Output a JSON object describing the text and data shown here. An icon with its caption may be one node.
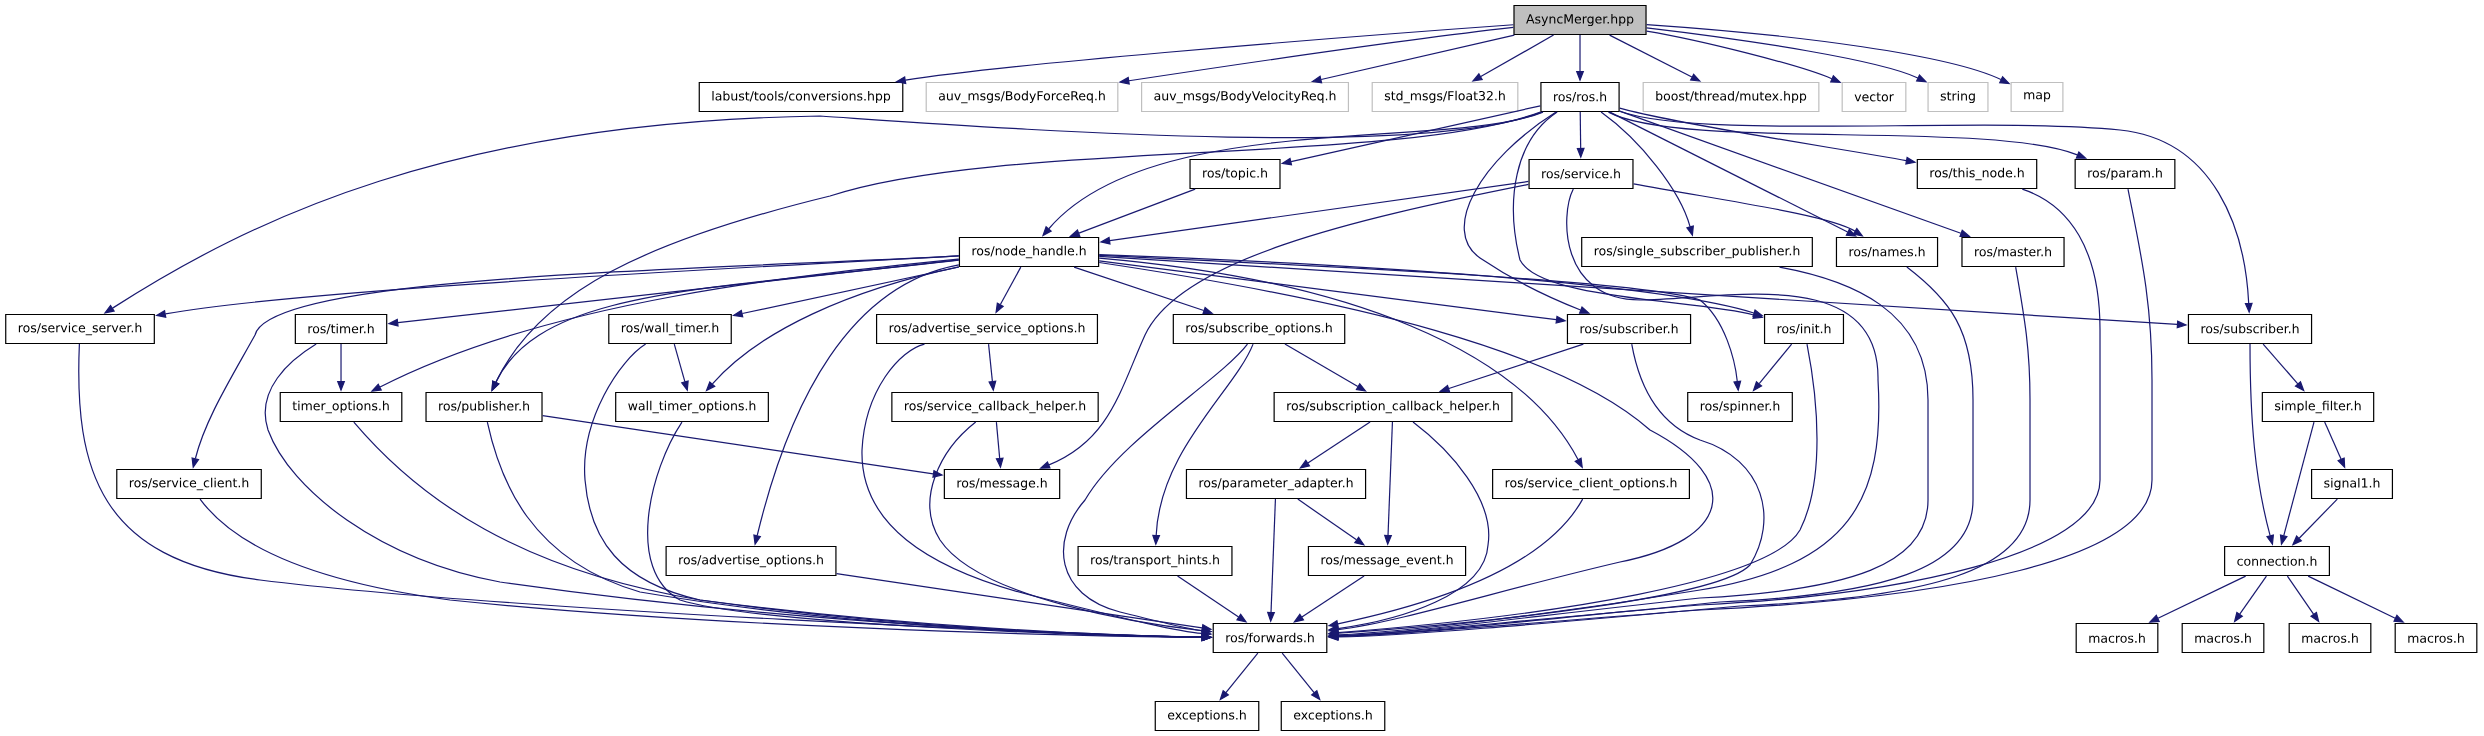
{
  "diagram": {
    "nodes": [
      {
        "text": [
          "AsyncMerger.hpp"
        ]
      },
      {
        "text": [
          "labust/tools/conversions.hpp"
        ]
      },
      {
        "text": [
          "auv_msgs/BodyForceReq.h"
        ]
      },
      {
        "text": [
          "auv_msgs/BodyVelocityReq.h"
        ]
      },
      {
        "text": [
          "std_msgs/Float32.h"
        ]
      },
      {
        "text": [
          "ros/ros.h"
        ]
      },
      {
        "text": [
          "boost/thread/mutex.hpp"
        ]
      },
      {
        "text": [
          "vector"
        ]
      },
      {
        "text": [
          "string"
        ]
      },
      {
        "text": [
          "map"
        ]
      },
      {
        "text": [
          "ros/topic.h"
        ]
      },
      {
        "text": [
          "ros/service.h"
        ]
      },
      {
        "text": [
          "ros/this_node.h"
        ]
      },
      {
        "text": [
          "ros/param.h"
        ]
      },
      {
        "text": [
          "ros/node_handle.h"
        ]
      },
      {
        "text": [
          "ros/single_subscriber_publisher.h"
        ]
      },
      {
        "text": [
          "ros/names.h"
        ]
      },
      {
        "text": [
          "ros/master.h"
        ]
      },
      {
        "text": [
          "ros/service_server.h"
        ]
      },
      {
        "text": [
          "ros/timer.h"
        ]
      },
      {
        "text": [
          "ros/wall_timer.h"
        ]
      },
      {
        "text": [
          "ros/advertise_service_options.h"
        ]
      },
      {
        "text": [
          "ros/subscribe_options.h"
        ]
      },
      {
        "text": [
          "ros/subscriber.h"
        ]
      },
      {
        "text": [
          "ros/init.h"
        ]
      },
      {
        "text": [
          "ros/subscriber.h"
        ]
      },
      {
        "text": [
          "timer_options.h"
        ]
      },
      {
        "text": [
          "ros/publisher.h"
        ]
      },
      {
        "text": [
          "wall_timer_options.h"
        ]
      },
      {
        "text": [
          "ros/service_callback_helper.h"
        ]
      },
      {
        "text": [
          "ros/subscription_callback_helper.h"
        ]
      },
      {
        "text": [
          "ros/spinner.h"
        ]
      },
      {
        "text": [
          "simple_filter.h"
        ]
      },
      {
        "text": [
          "ros/service_client.h"
        ]
      },
      {
        "text": [
          "ros/message.h"
        ]
      },
      {
        "text": [
          "ros/parameter_adapter.h"
        ]
      },
      {
        "text": [
          "ros/service_client_options.h"
        ]
      },
      {
        "text": [
          "signal1.h"
        ]
      },
      {
        "text": [
          "ros/advertise_options.h"
        ]
      },
      {
        "text": [
          "ros/transport_hints.h"
        ]
      },
      {
        "text": [
          "ros/message_event.h"
        ]
      },
      {
        "text": [
          "connection.h"
        ]
      },
      {
        "text": [
          "ros/forwards.h"
        ]
      },
      {
        "text": [
          "macros.h"
        ]
      },
      {
        "text": [
          "macros.h"
        ]
      },
      {
        "text": [
          "macros.h"
        ]
      },
      {
        "text": [
          "macros.h"
        ]
      },
      {
        "text": [
          "exceptions.h"
        ]
      },
      {
        "text": [
          "exceptions.h"
        ]
      }
    ],
    "edges": [
      {
        "from": 0,
        "to": 1,
        "arrow": "to"
      },
      {
        "from": 0,
        "to": 2,
        "arrow": "to"
      },
      {
        "from": 0,
        "to": 3,
        "arrow": "to"
      },
      {
        "from": 0,
        "to": 4,
        "arrow": "to"
      },
      {
        "from": 0,
        "to": 5,
        "arrow": "to"
      },
      {
        "from": 0,
        "to": 6,
        "arrow": "to"
      },
      {
        "from": 0,
        "to": 7,
        "arrow": "to"
      },
      {
        "from": 0,
        "to": 8,
        "arrow": "to"
      },
      {
        "from": 0,
        "to": 9,
        "arrow": "to"
      },
      {
        "from": 5,
        "to": 18,
        "arrow": "to"
      },
      {
        "from": 5,
        "to": 27,
        "arrow": "to"
      },
      {
        "from": 5,
        "to": 14,
        "arrow": "to"
      },
      {
        "from": 5,
        "to": 10,
        "arrow": "to"
      },
      {
        "from": 5,
        "to": 11,
        "arrow": "to"
      },
      {
        "from": 5,
        "to": 23,
        "arrow": "to"
      },
      {
        "from": 5,
        "to": 24,
        "arrow": "to"
      },
      {
        "from": 5,
        "to": 15,
        "arrow": "to"
      },
      {
        "from": 5,
        "to": 16,
        "arrow": "to"
      },
      {
        "from": 5,
        "to": 17,
        "arrow": "to"
      },
      {
        "from": 5,
        "to": 12,
        "arrow": "to"
      },
      {
        "from": 5,
        "to": 13,
        "arrow": "to"
      },
      {
        "from": 5,
        "to": 25,
        "arrow": "to"
      },
      {
        "from": 10,
        "to": 14,
        "arrow": "to"
      },
      {
        "from": 11,
        "to": 14,
        "arrow": "to"
      },
      {
        "from": 11,
        "to": 34,
        "arrow": "to"
      },
      {
        "from": 11,
        "to": 16,
        "arrow": "to"
      },
      {
        "from": 11,
        "to": 42,
        "arrow": "to"
      },
      {
        "from": 12,
        "to": 42,
        "arrow": "to"
      },
      {
        "from": 13,
        "to": 42,
        "arrow": "to"
      },
      {
        "from": 14,
        "to": 18,
        "arrow": "to"
      },
      {
        "from": 14,
        "to": 19,
        "arrow": "to"
      },
      {
        "from": 14,
        "to": 20,
        "arrow": "to"
      },
      {
        "from": 14,
        "to": 26,
        "arrow": "to"
      },
      {
        "from": 14,
        "to": 27,
        "arrow": "to"
      },
      {
        "from": 14,
        "to": 28,
        "arrow": "to"
      },
      {
        "from": 14,
        "to": 33,
        "arrow": "to"
      },
      {
        "from": 14,
        "to": 38,
        "arrow": "to"
      },
      {
        "from": 14,
        "to": 21,
        "arrow": "to"
      },
      {
        "from": 14,
        "to": 22,
        "arrow": "to"
      },
      {
        "from": 14,
        "to": 23,
        "arrow": "to"
      },
      {
        "from": 14,
        "to": 24,
        "arrow": "to"
      },
      {
        "from": 14,
        "to": 31,
        "arrow": "to"
      },
      {
        "from": 14,
        "to": 36,
        "arrow": "to"
      },
      {
        "from": 14,
        "to": 42,
        "arrow": "to"
      },
      {
        "from": 14,
        "to": 25,
        "arrow": "to"
      },
      {
        "from": 15,
        "to": 42,
        "arrow": "to"
      },
      {
        "from": 16,
        "to": 42,
        "arrow": "to"
      },
      {
        "from": 17,
        "to": 42,
        "arrow": "to"
      },
      {
        "from": 18,
        "to": 42,
        "arrow": "to"
      },
      {
        "from": 19,
        "to": 26,
        "arrow": "to"
      },
      {
        "from": 19,
        "to": 42,
        "arrow": "to"
      },
      {
        "from": 20,
        "to": 28,
        "arrow": "to"
      },
      {
        "from": 20,
        "to": 42,
        "arrow": "to"
      },
      {
        "from": 21,
        "to": 29,
        "arrow": "to"
      },
      {
        "from": 21,
        "to": 42,
        "arrow": "to"
      },
      {
        "from": 22,
        "to": 39,
        "arrow": "to"
      },
      {
        "from": 22,
        "to": 30,
        "arrow": "to"
      },
      {
        "from": 22,
        "to": 42,
        "arrow": "to"
      },
      {
        "from": 23,
        "to": 30,
        "arrow": "to"
      },
      {
        "from": 23,
        "to": 42,
        "arrow": "to"
      },
      {
        "from": 24,
        "to": 31,
        "arrow": "to"
      },
      {
        "from": 24,
        "to": 42,
        "arrow": "to"
      },
      {
        "from": 25,
        "to": 41,
        "arrow": "to"
      },
      {
        "from": 25,
        "to": 32,
        "arrow": "to"
      },
      {
        "from": 26,
        "to": 42,
        "arrow": "to"
      },
      {
        "from": 27,
        "to": 34,
        "arrow": "to"
      },
      {
        "from": 27,
        "to": 42,
        "arrow": "to"
      },
      {
        "from": 28,
        "to": 42,
        "arrow": "to"
      },
      {
        "from": 29,
        "to": 34,
        "arrow": "to"
      },
      {
        "from": 29,
        "to": 42,
        "arrow": "to"
      },
      {
        "from": 30,
        "to": 35,
        "arrow": "to"
      },
      {
        "from": 30,
        "to": 40,
        "arrow": "to"
      },
      {
        "from": 30,
        "to": 42,
        "arrow": "to"
      },
      {
        "from": 32,
        "to": 41,
        "arrow": "to"
      },
      {
        "from": 32,
        "to": 37,
        "arrow": "to"
      },
      {
        "from": 33,
        "to": 42,
        "arrow": "to"
      },
      {
        "from": 35,
        "to": 42,
        "arrow": "to"
      },
      {
        "from": 35,
        "to": 40,
        "arrow": "to"
      },
      {
        "from": 36,
        "to": 42,
        "arrow": "to"
      },
      {
        "from": 37,
        "to": 41,
        "arrow": "to"
      },
      {
        "from": 38,
        "to": 42,
        "arrow": "to"
      },
      {
        "from": 39,
        "to": 42,
        "arrow": "to"
      },
      {
        "from": 40,
        "to": 42,
        "arrow": "to"
      },
      {
        "from": 41,
        "to": 43,
        "arrow": "to"
      },
      {
        "from": 41,
        "to": 44,
        "arrow": "to"
      },
      {
        "from": 41,
        "to": 45,
        "arrow": "to"
      },
      {
        "from": 41,
        "to": 46,
        "arrow": "to"
      },
      {
        "from": 42,
        "to": 47,
        "arrow": "to"
      },
      {
        "from": 42,
        "to": 48,
        "arrow": "to"
      }
    ]
  }
}
